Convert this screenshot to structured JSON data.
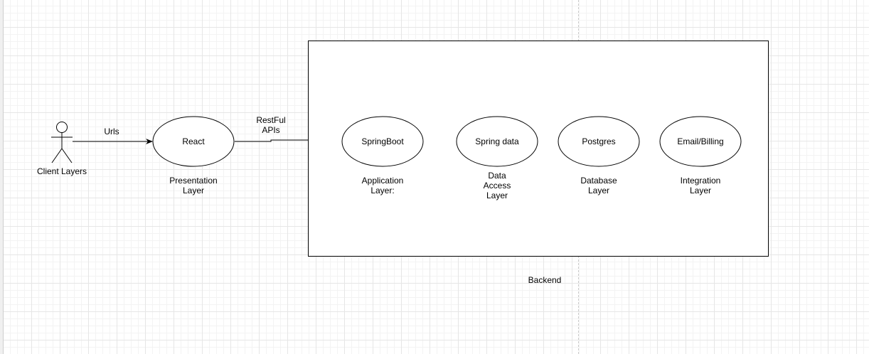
{
  "actor": {
    "label": "Client Layers"
  },
  "edges": {
    "urls_label": "Urls",
    "restful_line1": "RestFul",
    "restful_line2": "APIs"
  },
  "nodes": {
    "react": {
      "label": "React",
      "caption_line1": "Presentation",
      "caption_line2": "Layer"
    },
    "springboot": {
      "label": "SpringBoot",
      "caption_line1": "Application",
      "caption_line2": "Layer:"
    },
    "spring_data": {
      "label": "Spring data",
      "caption_line1": "Data",
      "caption_line2": "Access",
      "caption_line3": "Layer"
    },
    "postgres": {
      "label": "Postgres",
      "caption_line1": "Database",
      "caption_line2": "Layer"
    },
    "email_billing": {
      "label": "Email/Billing",
      "caption_line1": "Integration",
      "caption_line2": "Layer"
    }
  },
  "backend": {
    "label": "Backend"
  },
  "colors": {
    "stroke": "#000000",
    "fill": "#ffffff",
    "grid": "#e6e6e6"
  }
}
